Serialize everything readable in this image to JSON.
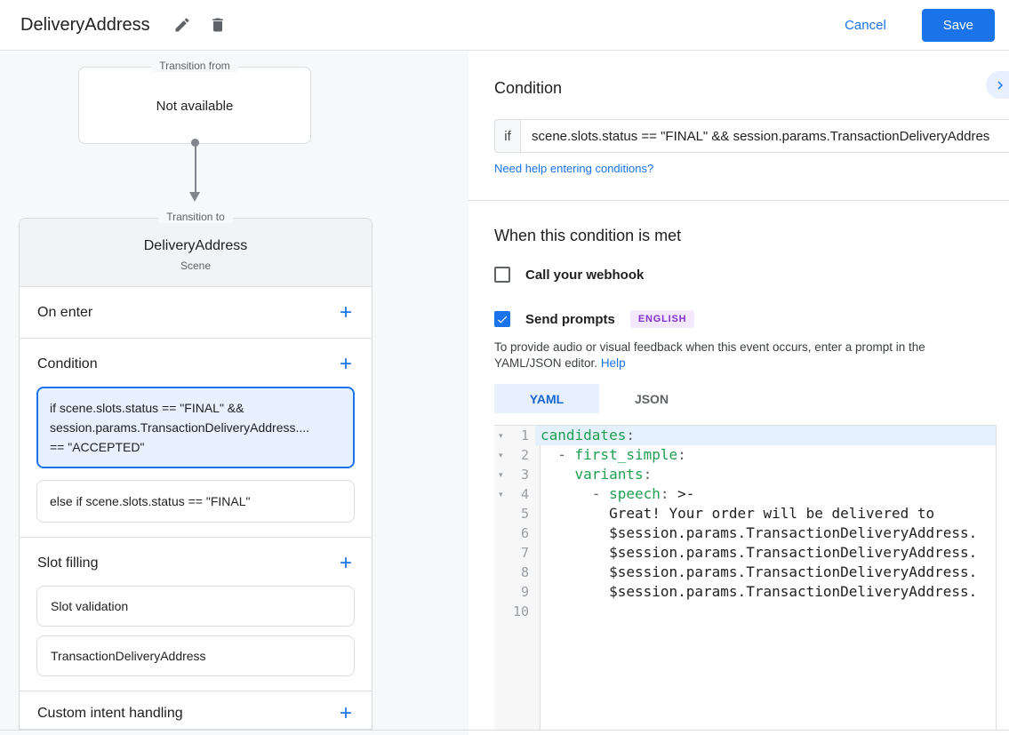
{
  "topbar": {
    "title": "DeliveryAddress",
    "cancel_label": "Cancel",
    "save_label": "Save"
  },
  "flow": {
    "transition_from_label": "Transition from",
    "transition_from_value": "Not available",
    "transition_to_label": "Transition to",
    "scene_name": "DeliveryAddress",
    "scene_subtitle": "Scene",
    "on_enter_label": "On enter",
    "condition_label": "Condition",
    "slot_filling_label": "Slot filling",
    "custom_intent_label": "Custom intent handling",
    "conditions": [
      {
        "text": "if scene.slots.status == \"FINAL\" &&\nsession.params.TransactionDeliveryAddress....\n== \"ACCEPTED\"",
        "selected": true
      },
      {
        "text": "else if scene.slots.status == \"FINAL\"",
        "selected": false
      }
    ],
    "slots": [
      "Slot validation",
      "TransactionDeliveryAddress"
    ]
  },
  "condition_panel": {
    "title": "Condition",
    "if_label": "if",
    "if_value": "scene.slots.status == \"FINAL\" && session.params.TransactionDeliveryAddres",
    "help_link": "Need help entering conditions?"
  },
  "handler_panel": {
    "heading": "When this condition is met",
    "webhook_label": "Call your webhook",
    "webhook_checked": false,
    "send_prompts_label": "Send prompts",
    "send_prompts_checked": true,
    "language_badge": "ENGLISH",
    "description": "To provide audio or visual feedback when this event occurs, enter a prompt in the YAML/JSON editor.",
    "help_link": "Help",
    "tabs": [
      {
        "label": "YAML",
        "active": true
      },
      {
        "label": "JSON",
        "active": false
      }
    ]
  },
  "editor": {
    "lines": [
      {
        "num": "1",
        "fold": true,
        "highlight": true,
        "tokens": [
          [
            "candidates",
            "k"
          ],
          [
            ":",
            "p"
          ]
        ]
      },
      {
        "num": "2",
        "fold": true,
        "tokens": [
          [
            "  ",
            "t"
          ],
          [
            "- ",
            "p"
          ],
          [
            "first_simple",
            "k"
          ],
          [
            ":",
            "p"
          ]
        ]
      },
      {
        "num": "3",
        "fold": true,
        "tokens": [
          [
            "    ",
            "t"
          ],
          [
            "variants",
            "k"
          ],
          [
            ":",
            "p"
          ]
        ]
      },
      {
        "num": "4",
        "fold": true,
        "tokens": [
          [
            "      ",
            "t"
          ],
          [
            "- ",
            "p"
          ],
          [
            "speech",
            "k"
          ],
          [
            ":",
            "p"
          ],
          [
            " >-",
            "t"
          ]
        ]
      },
      {
        "num": "5",
        "tokens": [
          [
            "        Great! Your order will be delivered to",
            "t"
          ]
        ]
      },
      {
        "num": "6",
        "tokens": [
          [
            "        $session.params.TransactionDeliveryAddress.",
            "t"
          ]
        ]
      },
      {
        "num": "7",
        "tokens": [
          [
            "        $session.params.TransactionDeliveryAddress.",
            "t"
          ]
        ]
      },
      {
        "num": "8",
        "tokens": [
          [
            "        $session.params.TransactionDeliveryAddress.",
            "t"
          ]
        ]
      },
      {
        "num": "9",
        "tokens": [
          [
            "        $session.params.TransactionDeliveryAddress.",
            "t"
          ]
        ]
      },
      {
        "num": "10",
        "tokens": []
      }
    ],
    "colors": {
      "key": "#1e9e50",
      "punct": "#5f6368",
      "text": "#202124",
      "line_highlight": "#e4f1fc"
    }
  },
  "colors": {
    "accent": "#1a73e8",
    "selected_bg": "#e8f0fe",
    "selected_border": "#1a73e8",
    "badge_bg": "#f3e8fd",
    "badge_text": "#8430ce",
    "left_panel_bg": "#f6f8fa"
  }
}
